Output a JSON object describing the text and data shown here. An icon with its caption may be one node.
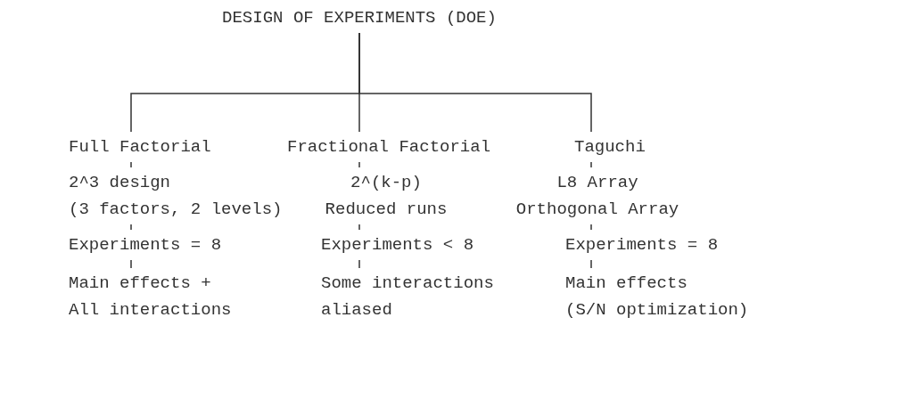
{
  "diagram": {
    "nodes": [
      {
        "text": [
          "DESIGN OF EXPERIMENTS (DOE)"
        ]
      },
      {
        "text": [
          "Full Factorial"
        ]
      },
      {
        "text": [
          "2^3 design (3 factors, 2 levels)"
        ]
      },
      {
        "text": [
          "Experiments = 8"
        ]
      },
      {
        "text": [
          "Main effects + All interactions"
        ]
      },
      {
        "text": [
          "Fractional Factorial"
        ]
      },
      {
        "text": [
          "2^(k-p) Reduced runs"
        ]
      },
      {
        "text": [
          "Experiments < 8"
        ]
      },
      {
        "text": [
          "Some interactions aliased"
        ]
      },
      {
        "text": [
          "Taguchi"
        ]
      },
      {
        "text": [
          "L8 Array Orthogonal Array"
        ]
      },
      {
        "text": [
          "Experiments = 8"
        ]
      },
      {
        "text": [
          "Main effects (S/N optimization)"
        ]
      }
    ],
    "edges": [
      {
        "from": 0,
        "to": 1,
        "arrow": "none"
      },
      {
        "from": 0,
        "to": 5,
        "arrow": "none"
      },
      {
        "from": 0,
        "to": 9,
        "arrow": "none"
      },
      {
        "from": 1,
        "to": 2,
        "arrow": "none"
      },
      {
        "from": 2,
        "to": 3,
        "arrow": "none"
      },
      {
        "from": 3,
        "to": 4,
        "arrow": "none"
      },
      {
        "from": 5,
        "to": 6,
        "arrow": "none"
      },
      {
        "from": 6,
        "to": 7,
        "arrow": "none"
      },
      {
        "from": 7,
        "to": 8,
        "arrow": "none"
      },
      {
        "from": 9,
        "to": 10,
        "arrow": "none"
      },
      {
        "from": 10,
        "to": 11,
        "arrow": "none"
      },
      {
        "from": 11,
        "to": 12,
        "arrow": "none"
      }
    ]
  }
}
